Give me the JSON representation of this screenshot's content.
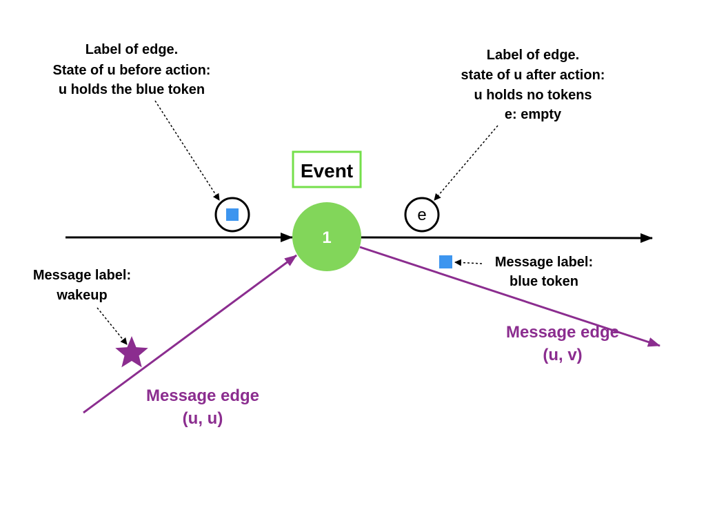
{
  "colors": {
    "purple": "#8b2d8f",
    "green": "#82d65a",
    "event_border": "#74df4b",
    "blue_token": "#3d95ef",
    "black": "#000000"
  },
  "event_box": {
    "label": "Event"
  },
  "node": {
    "label": "1"
  },
  "edge_state_before": {
    "lines": [
      "Label of edge.",
      "State of u before action:",
      "u holds the blue token"
    ],
    "token_icon": "blue-square-token"
  },
  "edge_state_after": {
    "lines": [
      "Label of edge.",
      "state of u after action:",
      "u holds no tokens",
      "e: empty"
    ],
    "circle_label": "e"
  },
  "msg_label_wakeup": {
    "lines": [
      "Message label:",
      "wakeup"
    ],
    "icon": "purple-star"
  },
  "msg_label_blue": {
    "lines": [
      "Message label:",
      "blue token"
    ],
    "icon": "blue-square-token"
  },
  "msg_edge_uu": {
    "lines": [
      "Message edge",
      "(u, u)"
    ]
  },
  "msg_edge_uv": {
    "lines": [
      "Message edge",
      "(u, v)"
    ]
  }
}
